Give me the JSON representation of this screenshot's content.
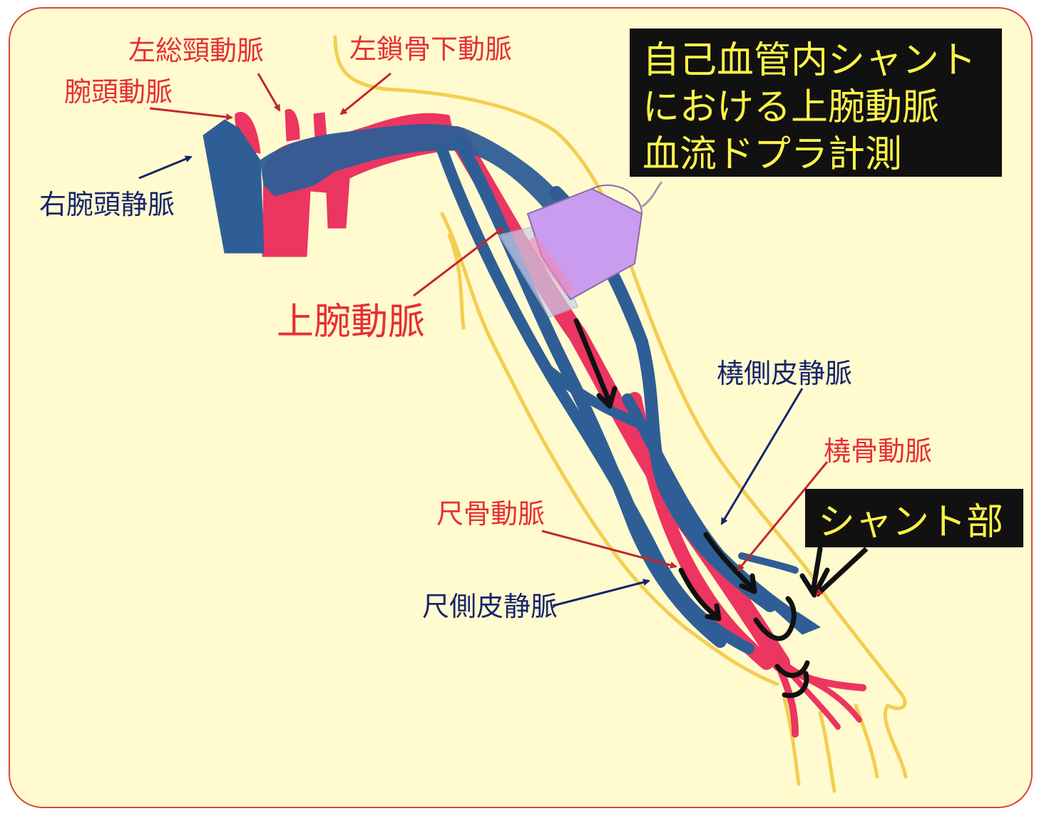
{
  "title": "自己血管内シャント\nにおける上腕動脈\n血流ドプラ計測",
  "shunt_label": "シャント部",
  "labels": {
    "left_common_carotid": "左総頸動脈",
    "left_subclavian": "左鎖骨下動脈",
    "brachiocephalic_artery": "腕頭動脈",
    "right_brachiocephalic_vein": "右腕頭静脈",
    "brachial_artery": "上腕動脈",
    "cephalic_vein": "橈側皮静脈",
    "radial_artery": "橈骨動脈",
    "ulnar_artery": "尺骨動脈",
    "basilic_vein": "尺側皮静脈"
  },
  "colors": {
    "artery": "#ec3561",
    "vein": "#2f5e96",
    "skin_outline": "#f5cd52",
    "background": "#fffbcf",
    "probe": "#c99cf0",
    "title_text": "#fff34a",
    "artery_label": "#e62f34",
    "vein_label": "#17246b"
  }
}
